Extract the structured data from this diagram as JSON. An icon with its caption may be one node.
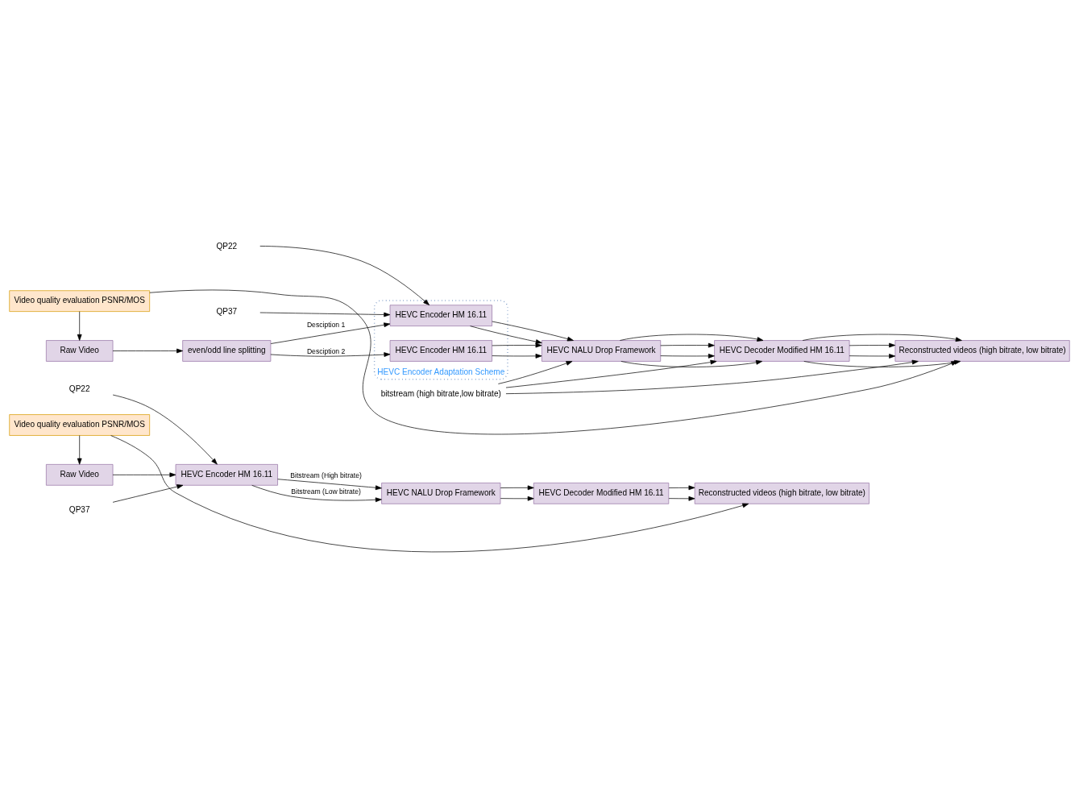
{
  "diagram": {
    "nodes": [
      {
        "text": [
          "QP22"
        ]
      },
      {
        "text": [
          "QP37"
        ]
      },
      {
        "text": [
          "Raw Video"
        ]
      },
      {
        "text": [
          "HEVC Encoder HM 16.11"
        ]
      },
      {
        "text": [
          "HEVC NALU Drop Framework"
        ]
      },
      {
        "text": [
          "HEVC Decoder Modified HM 16.11"
        ]
      },
      {
        "text": [
          "Reconstructed videos (high bitrate, low bitrate)"
        ]
      },
      {
        "text": [
          "Video quality evaluation PSNR/MOS"
        ]
      },
      {
        "text": [
          "QP22"
        ]
      },
      {
        "text": [
          "QP37"
        ]
      },
      {
        "text": [
          "bitstream (high bitrate,low bitrate)"
        ]
      },
      {
        "text": [
          "Raw Video"
        ]
      },
      {
        "text": [
          "even/odd line splitting"
        ]
      },
      {
        "text": [
          "HEVC Encoder Adaptation Scheme"
        ]
      },
      {
        "text": [
          "HEVC Encoder HM 16.11"
        ],
        "in": 13
      },
      {
        "text": [
          "HEVC Encoder HM 16.11"
        ],
        "in": 13
      },
      {
        "text": [
          "HEVC NALU Drop Framework"
        ]
      },
      {
        "text": [
          "HEVC Decoder Modified HM 16.11"
        ]
      },
      {
        "text": [
          "Reconstructed videos (high bitrate, low bitrate)"
        ]
      },
      {
        "text": [
          "Video quality evaluation PSNR/MOS"
        ]
      }
    ],
    "edges": [
      {
        "from": 0,
        "to": 3,
        "arrow": "to"
      },
      {
        "from": 1,
        "to": 3,
        "arrow": "to"
      },
      {
        "from": 2,
        "to": 3,
        "arrow": "to"
      },
      {
        "from": 3,
        "to": 4,
        "arrow": "to",
        "label": "Bitstream (High bitrate)"
      },
      {
        "from": 3,
        "to": 4,
        "arrow": "to",
        "label": "Bitstream (Low bitrate)"
      },
      {
        "from": 4,
        "to": 5,
        "arrow": "to"
      },
      {
        "from": 4,
        "to": 5,
        "arrow": "to"
      },
      {
        "from": 5,
        "to": 6,
        "arrow": "to"
      },
      {
        "from": 5,
        "to": 6,
        "arrow": "to"
      },
      {
        "from": 7,
        "to": 2,
        "arrow": "to"
      },
      {
        "from": 7,
        "to": 6,
        "arrow": "to"
      },
      {
        "from": 8,
        "to": 14,
        "arrow": "to"
      },
      {
        "from": 9,
        "to": 14,
        "arrow": "to"
      },
      {
        "from": 10,
        "to": 16,
        "arrow": "to"
      },
      {
        "from": 10,
        "to": 17,
        "arrow": "to"
      },
      {
        "from": 10,
        "to": 18,
        "arrow": "to"
      },
      {
        "from": 11,
        "to": 12,
        "arrow": "to"
      },
      {
        "from": 12,
        "to": 14,
        "arrow": "to",
        "label": "Desciption 1"
      },
      {
        "from": 12,
        "to": 15,
        "arrow": "to",
        "label": "Desciption 2"
      },
      {
        "from": 14,
        "to": 16,
        "arrow": "to"
      },
      {
        "from": 14,
        "to": 16,
        "arrow": "to"
      },
      {
        "from": 15,
        "to": 16,
        "arrow": "to"
      },
      {
        "from": 15,
        "to": 16,
        "arrow": "to"
      },
      {
        "from": 16,
        "to": 17,
        "arrow": "to"
      },
      {
        "from": 16,
        "to": 17,
        "arrow": "to"
      },
      {
        "from": 16,
        "to": 17,
        "arrow": "to"
      },
      {
        "from": 16,
        "to": 17,
        "arrow": "to"
      },
      {
        "from": 17,
        "to": 18,
        "arrow": "to"
      },
      {
        "from": 17,
        "to": 18,
        "arrow": "to"
      },
      {
        "from": 17,
        "to": 18,
        "arrow": "to"
      },
      {
        "from": 17,
        "to": 18,
        "arrow": "to"
      },
      {
        "from": 19,
        "to": 11,
        "arrow": "to"
      },
      {
        "from": 19,
        "to": 18,
        "arrow": "to"
      }
    ]
  }
}
